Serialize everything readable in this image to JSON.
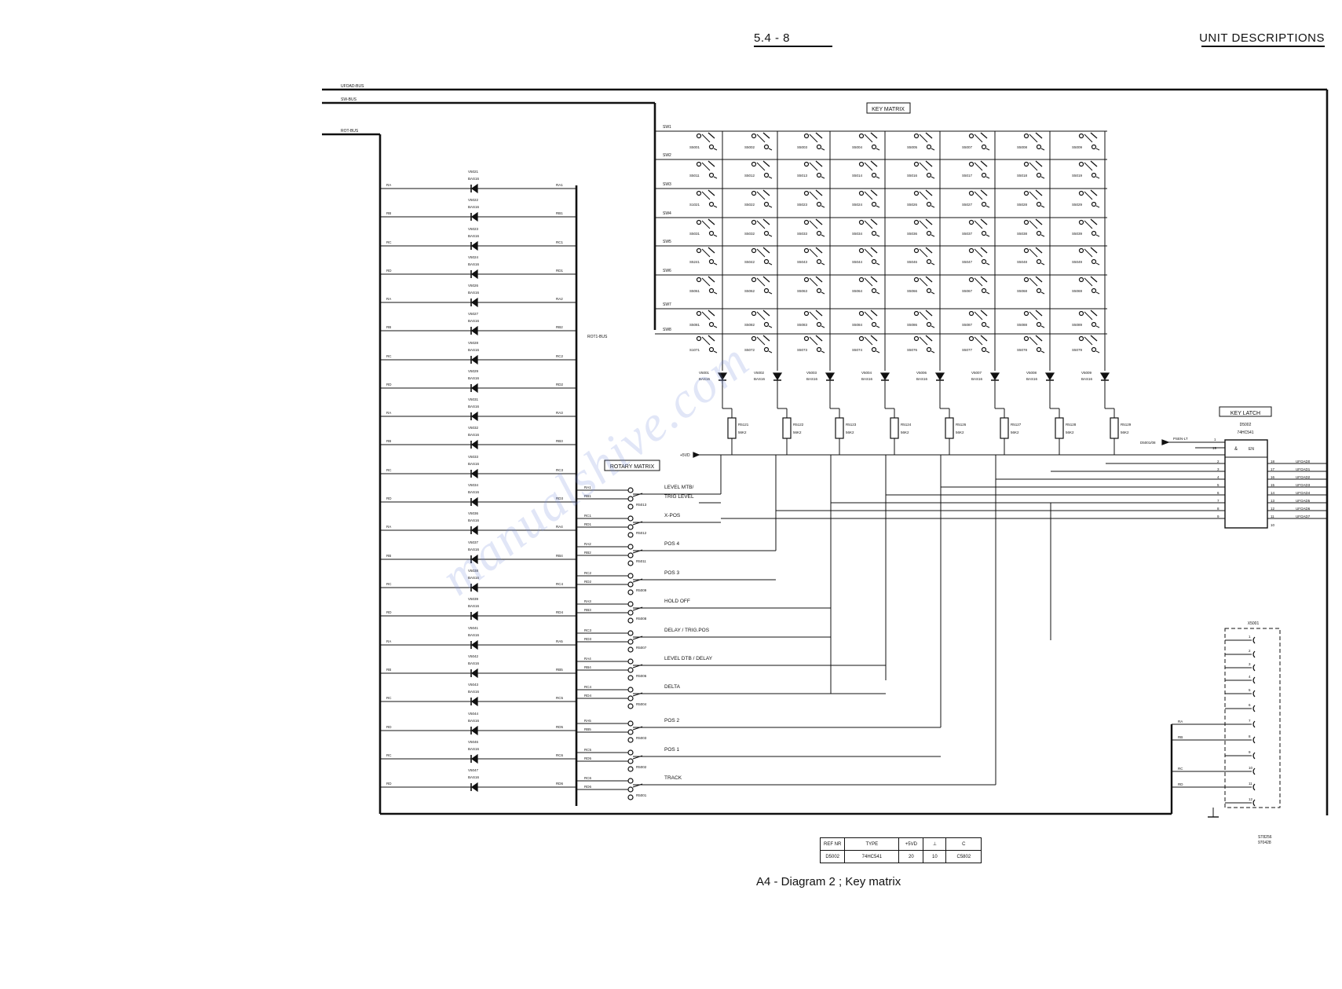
{
  "header": {
    "page_number": "5.4 - 8",
    "section_title": "UNIT DESCRIPTIONS"
  },
  "buses": [
    "UFOAD-BUS",
    "SW-BUS",
    "ROT-BUS",
    "ROT1-BUS"
  ],
  "key_matrix": {
    "title": "KEY MATRIX",
    "rows": [
      "SW1",
      "SW2",
      "SW3",
      "SW4",
      "SW5",
      "SW6",
      "SW7",
      "SW8"
    ],
    "switches": [
      [
        "S5001",
        "S5002",
        "S5003",
        "S5004",
        "S5005",
        "S5007",
        "S5008",
        "S5009"
      ],
      [
        "S5011",
        "S5012",
        "S5013",
        "S5014",
        "S5016",
        "S5017",
        "S5018",
        "S5019"
      ],
      [
        "S1021",
        "S5022",
        "S5023",
        "S5024",
        "S5026",
        "S5027",
        "S5028",
        "S5029"
      ],
      [
        "S5031",
        "S5032",
        "S5033",
        "S5034",
        "S5036",
        "S5037",
        "S5038",
        "S5039"
      ],
      [
        "S5241",
        "S5042",
        "S5043",
        "S5044",
        "S5046",
        "S5047",
        "S5048",
        "S5049"
      ],
      [
        "S5061",
        "S5062",
        "S5063",
        "S5064",
        "S5066",
        "S5067",
        "S5068",
        "S5069"
      ],
      [
        "S5081",
        "S5082",
        "S5083",
        "S5084",
        "S5086",
        "S5087",
        "S5088",
        "S5089"
      ],
      [
        "S1071",
        "S5072",
        "S5073",
        "S5074",
        "S5076",
        "S5077",
        "S5078",
        "S5079"
      ]
    ],
    "column_diodes": [
      "V5001",
      "V5002",
      "V5003",
      "V5004",
      "V5006",
      "V5007",
      "V5008",
      "V5009"
    ],
    "diode_type": "BAS16",
    "resistors": [
      "R5121",
      "R5122",
      "R5123",
      "R5124",
      "R5126",
      "R5127",
      "R5128",
      "R5129"
    ],
    "resistor_value": "56K2",
    "supply_label": "+5VD"
  },
  "rotary_diodes": [
    {
      "ref": "V5021",
      "left": "RA",
      "right": "RA1"
    },
    {
      "ref": "V5022",
      "left": "RB",
      "right": "RB1"
    },
    {
      "ref": "V5023",
      "left": "RC",
      "right": "RC1"
    },
    {
      "ref": "V5024",
      "left": "RD",
      "right": "RD1"
    },
    {
      "ref": "V5026",
      "left": "RA",
      "right": "RA2"
    },
    {
      "ref": "V5027",
      "left": "RB",
      "right": "RB2"
    },
    {
      "ref": "V5028",
      "left": "RC",
      "right": "RC2"
    },
    {
      "ref": "V5029",
      "left": "RD",
      "right": "RD2"
    },
    {
      "ref": "V5031",
      "left": "RA",
      "right": "RA3"
    },
    {
      "ref": "V5032",
      "left": "RB",
      "right": "RB3"
    },
    {
      "ref": "V5033",
      "left": "RC",
      "right": "RC3"
    },
    {
      "ref": "V5034",
      "left": "RD",
      "right": "RD3"
    },
    {
      "ref": "V5036",
      "left": "RA",
      "right": "RA4"
    },
    {
      "ref": "V5037",
      "left": "RB",
      "right": "RB4"
    },
    {
      "ref": "V5038",
      "left": "RC",
      "right": "RC4"
    },
    {
      "ref": "V5039",
      "left": "RD",
      "right": "RD4"
    },
    {
      "ref": "V5041",
      "left": "RA",
      "right": "RA5"
    },
    {
      "ref": "V5042",
      "left": "RB",
      "right": "RB5"
    },
    {
      "ref": "V5043",
      "left": "RC",
      "right": "RC5"
    },
    {
      "ref": "V5044",
      "left": "RD",
      "right": "RD5"
    },
    {
      "ref": "V5046",
      "left": "RC",
      "right": "RC6"
    },
    {
      "ref": "V5047",
      "left": "RD",
      "right": "RD6"
    }
  ],
  "rotary_matrix": {
    "title": "ROTARY MATRIX",
    "encoders": [
      {
        "pins": [
          "RA1",
          "RB1"
        ],
        "ref": "R5013",
        "label": "LEVEL  MTB/",
        "label2": "TRIG LEVEL"
      },
      {
        "pins": [
          "RC1",
          "RD1"
        ],
        "ref": "R5012",
        "label": "X-POS",
        "label2": ""
      },
      {
        "pins": [
          "RA2",
          "RB2"
        ],
        "ref": "R5011",
        "label": "POS 4",
        "label2": ""
      },
      {
        "pins": [
          "RC2",
          "RD2"
        ],
        "ref": "R5009",
        "label": "POS 3",
        "label2": ""
      },
      {
        "pins": [
          "RA3",
          "RB3"
        ],
        "ref": "R5008",
        "label": "HOLD OFF",
        "label2": ""
      },
      {
        "pins": [
          "RC3",
          "RD3"
        ],
        "ref": "R5007",
        "label": "DELAY /  TRIG.POS",
        "label2": ""
      },
      {
        "pins": [
          "RA4",
          "RB4"
        ],
        "ref": "R5006",
        "label": "LEVEL  DTB /  DELAY",
        "label2": ""
      },
      {
        "pins": [
          "RC4",
          "RD4"
        ],
        "ref": "R5004",
        "label": "DELTA",
        "label2": ""
      },
      {
        "pins": [
          "RA5",
          "RB5"
        ],
        "ref": "R5003",
        "label": "POS 2",
        "label2": ""
      },
      {
        "pins": [
          "RC5",
          "RD5"
        ],
        "ref": "R5002",
        "label": "POS 1",
        "label2": ""
      },
      {
        "pins": [
          "RC6",
          "RD6"
        ],
        "ref": "R5001",
        "label": "TRACK",
        "label2": ""
      }
    ]
  },
  "key_latch": {
    "title": "KEY LATCH",
    "ref": "D5002",
    "type": "74HC541",
    "enable_input": "D5001/08",
    "enable_signal": "PSEN-LT",
    "enable_pins": [
      "1",
      "19"
    ],
    "in_pins": [
      "2",
      "3",
      "4",
      "5",
      "6",
      "7",
      "8",
      "9"
    ],
    "out_pins": [
      "18",
      "17",
      "16",
      "15",
      "14",
      "13",
      "12",
      "11"
    ],
    "outputs": [
      "UFOAD0",
      "UFOAD1",
      "UFOAD2",
      "UFOAD3",
      "UFOAD4",
      "UFOAD5",
      "UFOAD6",
      "UFOAD7"
    ],
    "gnd_pin": "10"
  },
  "connector": {
    "ref": "X5001",
    "pins": [
      "1",
      "2",
      "3",
      "4",
      "5",
      "6",
      "7",
      "8",
      "9",
      "10",
      "11",
      "12"
    ],
    "signals": [
      "RA",
      "RB",
      "RC",
      "RD"
    ]
  },
  "ic_table": {
    "headers": [
      "REF  NR",
      "TYPE",
      "+5VD",
      "⊥",
      "C"
    ],
    "row": [
      "D5002",
      "74HC541",
      "20",
      "10",
      "C5802"
    ]
  },
  "drawing_code": [
    "ST8256",
    "970428"
  ],
  "caption": "A4 - Diagram 2 ; Key matrix",
  "watermark": "manualshive.com"
}
